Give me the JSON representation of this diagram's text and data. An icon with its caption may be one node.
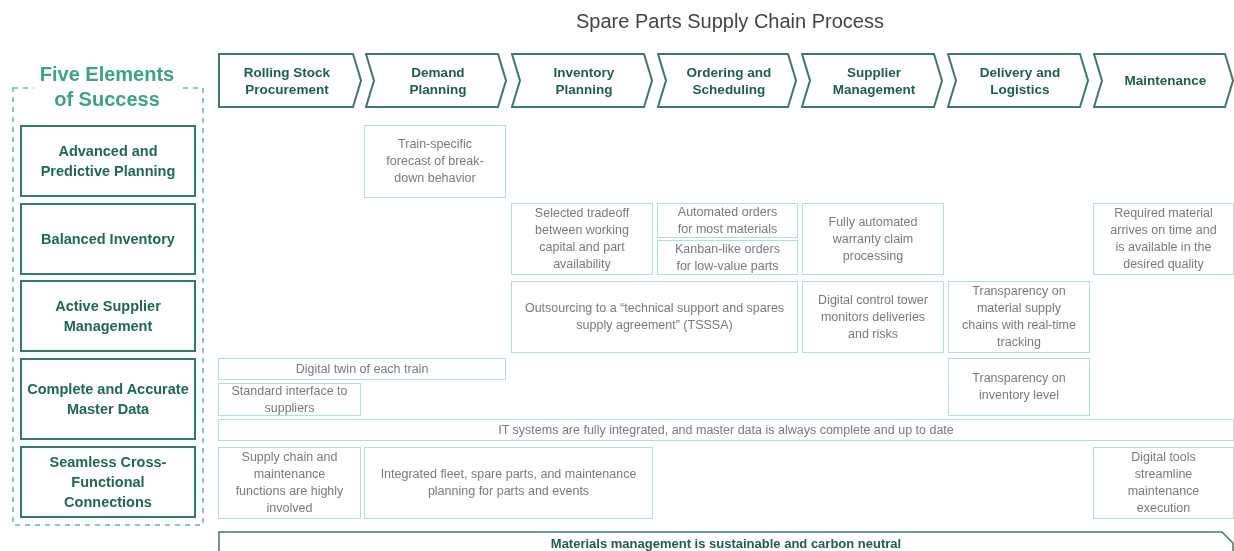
{
  "diagram": {
    "title": "Spare Parts Supply Chain Process",
    "nodes": [
      {
        "text": [
          "Five Elements of Success"
        ]
      },
      {
        "text": [
          "Advanced and Predictive Planning"
        ],
        "in": 0
      },
      {
        "text": [
          "Balanced Inventory"
        ],
        "in": 0
      },
      {
        "text": [
          "Active Supplier Management"
        ],
        "in": 0
      },
      {
        "text": [
          "Complete and Accurate Master Data"
        ],
        "in": 0
      },
      {
        "text": [
          "Seamless Cross-Functional Connections"
        ],
        "in": 0
      },
      {
        "text": [
          "Rolling Stock Procurement"
        ]
      },
      {
        "text": [
          "Demand Planning"
        ]
      },
      {
        "text": [
          "Inventory Planning"
        ]
      },
      {
        "text": [
          "Ordering and Scheduling"
        ]
      },
      {
        "text": [
          "Supplier Management"
        ]
      },
      {
        "text": [
          "Delivery and Logistics"
        ]
      },
      {
        "text": [
          "Maintenance"
        ]
      },
      {
        "text": [
          "Train-specific forecast of break-down behavior"
        ]
      },
      {
        "text": [
          "Selected tradeoff between working capital and part availability"
        ]
      },
      {
        "text": [
          "Automated orders for most materials"
        ]
      },
      {
        "text": [
          "Kanban-like orders for low-value parts"
        ]
      },
      {
        "text": [
          "Fully automated warranty claim processing"
        ]
      },
      {
        "text": [
          "Required material arrives on time and is available in the desired quality"
        ]
      },
      {
        "text": [
          "Outsourcing to a “technical support and spares supply agreement” (TSSSA)"
        ]
      },
      {
        "text": [
          "Digital control tower monitors deliveries and risks"
        ]
      },
      {
        "text": [
          "Transparency on material supply chains with real-time tracking"
        ]
      },
      {
        "text": [
          "Digital twin of each train"
        ]
      },
      {
        "text": [
          "Standard interface to suppliers"
        ]
      },
      {
        "text": [
          "Transparency on inventory level"
        ]
      },
      {
        "text": [
          "IT systems are fully integrated, and master data is always complete and up to date"
        ]
      },
      {
        "text": [
          "Supply chain and maintenance functions are highly involved"
        ]
      },
      {
        "text": [
          "Integrated fleet, spare parts, and maintenance planning for parts and events"
        ]
      },
      {
        "text": [
          "Digital tools streamline maintenance execution"
        ]
      },
      {
        "text": [
          "Materials management is sustainable and carbon neutral"
        ]
      }
    ]
  }
}
